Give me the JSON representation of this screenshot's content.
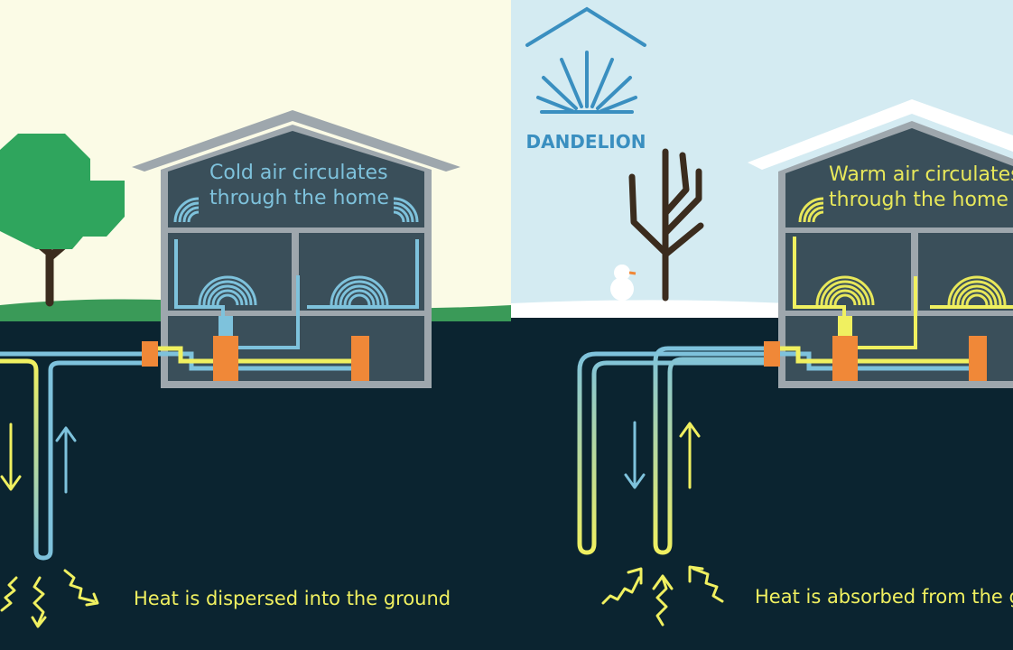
{
  "brand": {
    "name": "DANDELION",
    "color": "#3a8fc0",
    "icon": "dandelion-house-logo-icon"
  },
  "summer": {
    "air_label_line1": "Cold air circulates",
    "air_label_line2": "through the home",
    "ground_label": "Heat is dispersed into the ground",
    "air_color": "#7ec2dc",
    "sky_color": "#fbfbe6",
    "grass_color": "#3a9a58",
    "tree_color": "#2fa55d"
  },
  "winter": {
    "air_label_line1": "Warm air circulates",
    "air_label_line2": "through the home",
    "ground_label": "Heat is absorbed from the ground",
    "air_color": "#e8e85a",
    "sky_color": "#d4ebf2",
    "snow_color": "#ffffff"
  },
  "colors": {
    "ground": "#0b2430",
    "house_wall": "#9ea7ad",
    "house_interior": "#3a4f5a",
    "pipe_cold": "#7ec2dc",
    "pipe_hot": "#f0f060",
    "equipment": "#f08838"
  }
}
